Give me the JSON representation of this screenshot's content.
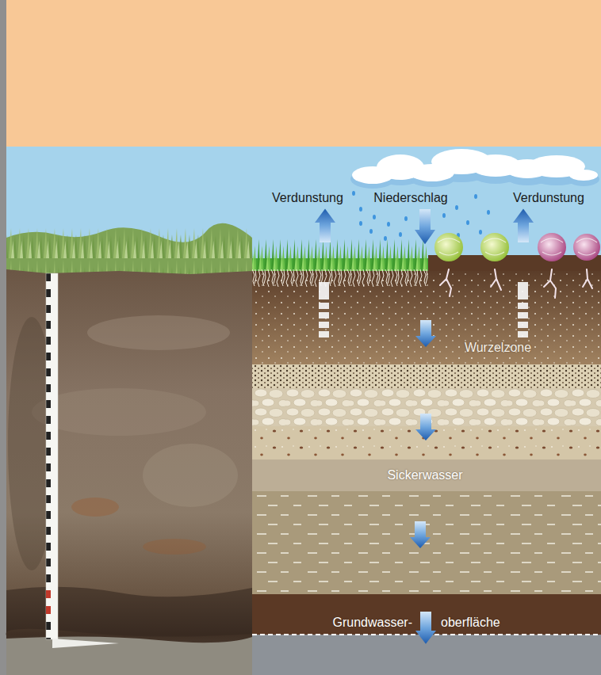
{
  "diagram": {
    "labels": [
      "Verdunstung",
      "Niederschlag",
      "Verdunstung",
      "Wurzelzone",
      "Sickerwasser",
      "Grundwasser-",
      "oberfläche"
    ]
  }
}
